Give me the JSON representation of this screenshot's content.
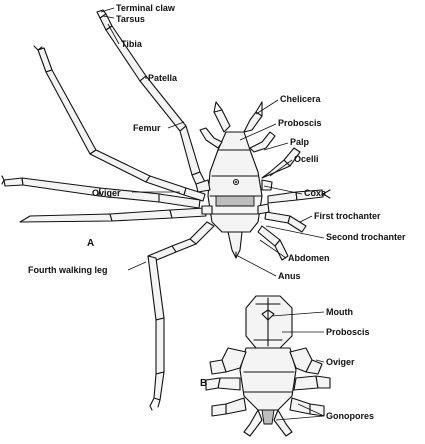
{
  "figure_a": {
    "letter": "A",
    "labels": {
      "terminal_claw": "Terminal claw",
      "tarsus": "Tarsus",
      "tibia": "Tibia",
      "patella": "Patella",
      "femur": "Femur",
      "oviger": "Oviger",
      "fourth_walking_leg": "Fourth walking leg",
      "chelicera": "Chelicera",
      "proboscis": "Proboscis",
      "palp": "Palp",
      "ocelli": "Ocelli",
      "coxa": "Coxa",
      "first_trochanter": "First trochanter",
      "second_trochanter": "Second trochanter",
      "abdomen": "Abdomen",
      "anus": "Anus"
    }
  },
  "figure_b": {
    "letter": "B",
    "labels": {
      "mouth": "Mouth",
      "proboscis": "Proboscis",
      "oviger": "Oviger",
      "gonopores": "Gonopores"
    }
  }
}
